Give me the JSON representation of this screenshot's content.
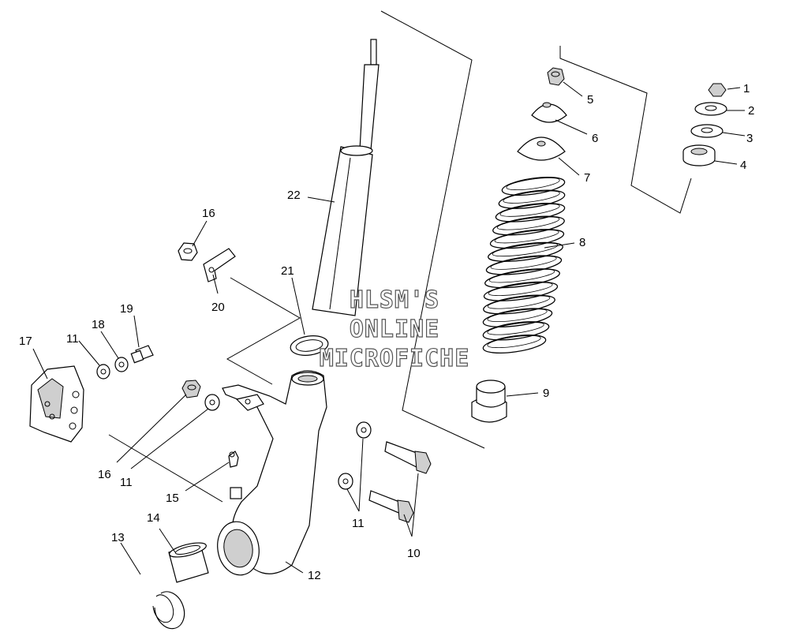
{
  "watermark": {
    "line1": "HLSM'S",
    "line2": "ONLINE",
    "line3": "MICROFICHE"
  },
  "callouts": [
    {
      "id": "c1",
      "label": "1"
    },
    {
      "id": "c2",
      "label": "2"
    },
    {
      "id": "c3",
      "label": "3"
    },
    {
      "id": "c4",
      "label": "4"
    },
    {
      "id": "c5",
      "label": "5"
    },
    {
      "id": "c6",
      "label": "6"
    },
    {
      "id": "c7",
      "label": "7"
    },
    {
      "id": "c8",
      "label": "8"
    },
    {
      "id": "c9",
      "label": "9"
    },
    {
      "id": "c10",
      "label": "10"
    },
    {
      "id": "c11a",
      "label": "11"
    },
    {
      "id": "c11b",
      "label": "11"
    },
    {
      "id": "c11c",
      "label": "11"
    },
    {
      "id": "c12",
      "label": "12"
    },
    {
      "id": "c13",
      "label": "13"
    },
    {
      "id": "c14",
      "label": "14"
    },
    {
      "id": "c15",
      "label": "15"
    },
    {
      "id": "c16a",
      "label": "16"
    },
    {
      "id": "c16b",
      "label": "16"
    },
    {
      "id": "c17",
      "label": "17"
    },
    {
      "id": "c18",
      "label": "18"
    },
    {
      "id": "c19",
      "label": "19"
    },
    {
      "id": "c20",
      "label": "20"
    },
    {
      "id": "c21",
      "label": "21"
    },
    {
      "id": "c22",
      "label": "22"
    }
  ]
}
